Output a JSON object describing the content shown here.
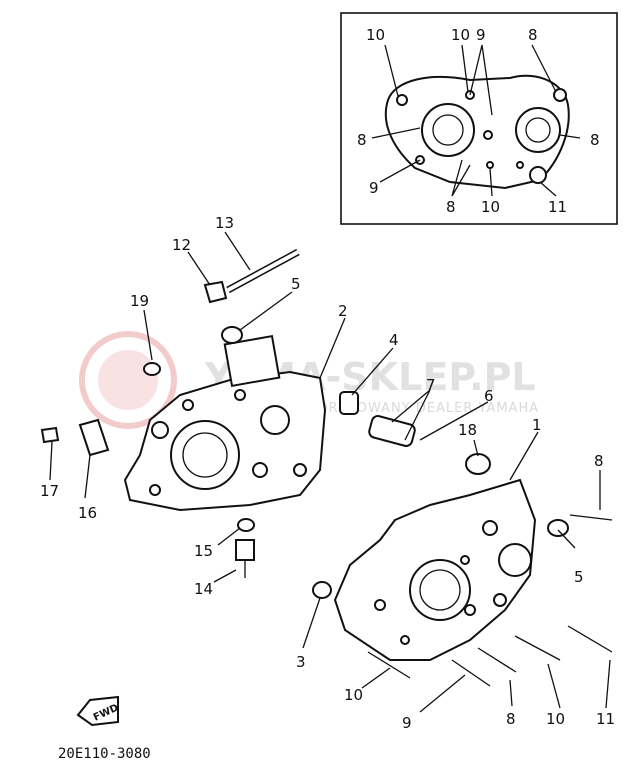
{
  "diagram": {
    "code": "20E110-3080",
    "fwd": "FWD",
    "watermark": {
      "brand": "YAMA-SKLEP.PL",
      "sub": "JEDYNY AUTORYZOWANY DEALER YAMAHA"
    },
    "inset_labels": {
      "a": "10",
      "b": "10",
      "c": "9",
      "d": "8",
      "e": "8",
      "f": "8",
      "g": "9",
      "h": "8",
      "i": "10",
      "j": "11"
    },
    "labels": {
      "n13": "13",
      "n12": "12",
      "n19": "19",
      "n5a": "5",
      "n2": "2",
      "n4": "4",
      "n7": "7",
      "n6": "6",
      "n1": "1",
      "n18": "18",
      "n17": "17",
      "n16": "16",
      "n15": "15",
      "n14": "14",
      "n8a": "8",
      "n5b": "5",
      "n3": "3",
      "n10": "10",
      "n9": "9",
      "n8b": "8",
      "n10b": "10",
      "n11": "11"
    },
    "colors": {
      "ink": "#111111",
      "watermark_red": "#e8a0a0",
      "watermark_grey": "#d9d9d9"
    }
  }
}
